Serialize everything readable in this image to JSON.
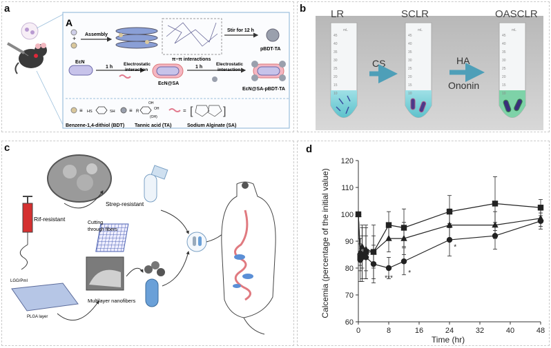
{
  "panel_a": {
    "label": "a",
    "sublabel": "A",
    "assembly": "Assembly",
    "pi_interactions": "π−π interactions",
    "stir": "Stir for 12 h",
    "product1": "pBDT-TA",
    "ecn": "EcN",
    "step1_time": "1 h",
    "step1_type": "Electrostatic\ninteraction",
    "intermediate": "EcN@SA",
    "step2_time": "1 h",
    "step2_type": "Electrostatic\ninteraction",
    "product2": "EcN@SA-pBDT-TA",
    "legend_bdt": "Benzene-1,4-dithiol (BDT)",
    "legend_ta": "Tannic acid (TA)",
    "legend_sa": "Sodium Alginate (SA)",
    "legend_hs": "HS",
    "legend_sh": "SH",
    "legend_r": "R",
    "legend_oh1": "OH",
    "legend_oh2": "OH",
    "legend_oh3": "(OH)"
  },
  "panel_b": {
    "label": "b",
    "tube1": "LR",
    "tube2": "SCLR",
    "tube3": "OASCLR",
    "arrow1": "CS",
    "arrow2_top": "HA",
    "arrow2_bottom": "Ononin",
    "tube_ml": "mL",
    "graduations": [
      "45",
      "40",
      "35",
      "30",
      "25",
      "20",
      "15",
      "10"
    ]
  },
  "panel_c": {
    "label": "c",
    "strep": "Strep-resistant",
    "rif": "Rif-resistant",
    "cutting": "Cutting\nthrough fibers",
    "lgg": "LGG/PmI",
    "plga": "PLGA layer",
    "multilayer": "Multilayer nanofibers"
  },
  "chart_data": {
    "label": "d",
    "type": "line",
    "xlabel": "Time (hr)",
    "ylabel": "Calcemia (percentage of the initial value)",
    "xlim": [
      0,
      48
    ],
    "ylim": [
      60,
      120
    ],
    "xticks": [
      0,
      8,
      16,
      24,
      32,
      40,
      48
    ],
    "yticks": [
      60,
      70,
      80,
      90,
      100,
      110,
      120
    ],
    "series": [
      {
        "marker": "square",
        "x": [
          0,
          0.5,
          1,
          2,
          4,
          8,
          12,
          24,
          36,
          48
        ],
        "y": [
          100,
          84,
          85,
          86,
          86,
          96,
          95,
          101,
          104,
          102.5
        ],
        "err": [
          0,
          5,
          10,
          10,
          10,
          5,
          7,
          6,
          10,
          3
        ]
      },
      {
        "marker": "triangle",
        "x": [
          0,
          0.5,
          1,
          2,
          4,
          8,
          12,
          24,
          36,
          48
        ],
        "y": [
          100,
          86,
          88,
          87,
          86,
          91,
          91,
          96,
          96,
          98.5
        ],
        "err": [
          0,
          5,
          8,
          8,
          6,
          5,
          6,
          6,
          5,
          3
        ]
      },
      {
        "marker": "circle",
        "x": [
          0,
          0.5,
          1,
          2,
          4,
          8,
          12,
          24,
          36,
          48
        ],
        "y": [
          100,
          83,
          84,
          84,
          81.5,
          80,
          82.5,
          90.5,
          92,
          97.5
        ],
        "err": [
          0,
          8,
          8,
          8,
          7,
          4,
          5,
          6,
          5,
          3
        ]
      }
    ],
    "annotations": [
      {
        "text": "*",
        "x": 8,
        "y": 78.5
      },
      {
        "text": "***",
        "x": 8,
        "y": 75.5
      },
      {
        "text": "*",
        "x": 13.5,
        "y": 77.5
      },
      {
        "text": "*",
        "x": 25.5,
        "y": 87
      }
    ]
  }
}
